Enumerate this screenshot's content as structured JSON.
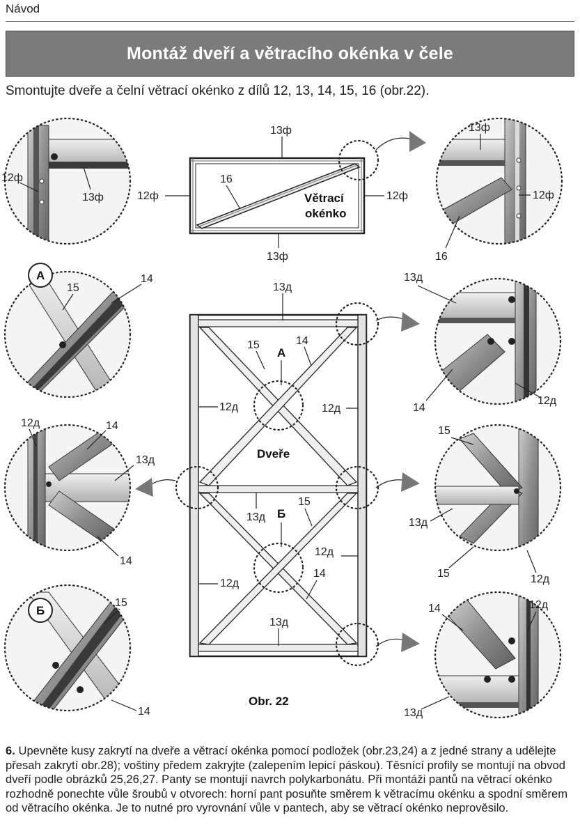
{
  "header": {
    "label": "Návod"
  },
  "title": "Montáž dveří a větracího okénka v čele",
  "intro": "Smontujte dveře a čelní větrací okénko z dílů 12, 13, 14, 15, 16 (obr.22).",
  "figure": {
    "caption": "Obr. 22",
    "window_label_line1": "Větrací",
    "window_label_line2": "okénko",
    "door_label": "Dveře",
    "marker_a": "A",
    "marker_b": "Б",
    "part_12f": "12ф",
    "part_13f": "13ф",
    "part_16": "16",
    "part_12d": "12д",
    "part_13d": "13д",
    "part_14": "14",
    "part_15": "15"
  },
  "footer": {
    "step_number": "6.",
    "text": "Upevněte kusy zakrytí na dveře a větrací okénka pomocí podložek (obr.23,24) a z jedné strany a udělejte přesah zakrytí obr.28); voštiny předem zakryjte (zalepením lepicí páskou). Těsnící profily se montují na obvod dveří podle obrázků 25,26,27. Panty se montují navrch polykarbonátu. Při montáži pantů na větrací okénko rozhodně ponechte vůle šroubů v otvorech: horní pant posuňte směrem k větracímu okénku a spodní směrem od větracího okénka. Je to nutné pro vyrovnání vůle v pantech, aby se větrací okénko neprověsilo."
  }
}
